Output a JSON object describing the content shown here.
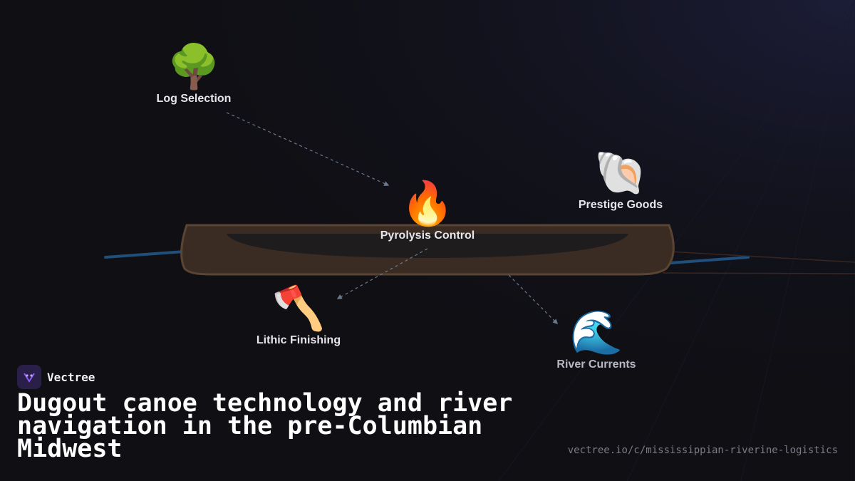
{
  "brand": {
    "name": "Vectree"
  },
  "title": "Dugout canoe technology and river navigation in the pre-Columbian Midwest",
  "url": "vectree.io/c/mississippian-riverine-logistics",
  "nodes": [
    {
      "id": "log-selection",
      "label": "Log Selection",
      "icon": "tree-icon",
      "emoji": "🌳"
    },
    {
      "id": "pyrolysis-control",
      "label": "Pyrolysis Control",
      "icon": "fire-icon",
      "emoji": "🔥"
    },
    {
      "id": "prestige-goods",
      "label": "Prestige Goods",
      "icon": "shell-icon",
      "emoji": "🐚"
    },
    {
      "id": "lithic-finishing",
      "label": "Lithic Finishing",
      "icon": "axe-icon",
      "emoji": "🪓"
    },
    {
      "id": "river-currents",
      "label": "River Currents",
      "icon": "wave-icon",
      "emoji": "🌊"
    }
  ],
  "edges": [
    {
      "from": "log-selection",
      "to": "pyrolysis-control"
    },
    {
      "from": "pyrolysis-control",
      "to": "lithic-finishing"
    },
    {
      "from": "pyrolysis-control",
      "to": "river-currents"
    }
  ],
  "colors": {
    "background": "#0f0f14",
    "canoe_hull": "#3a2c22",
    "canoe_rim": "#5a4434",
    "river": "#1f4f7a",
    "edge": "#6a7a8e",
    "brand_accent": "#8a5cf0"
  }
}
